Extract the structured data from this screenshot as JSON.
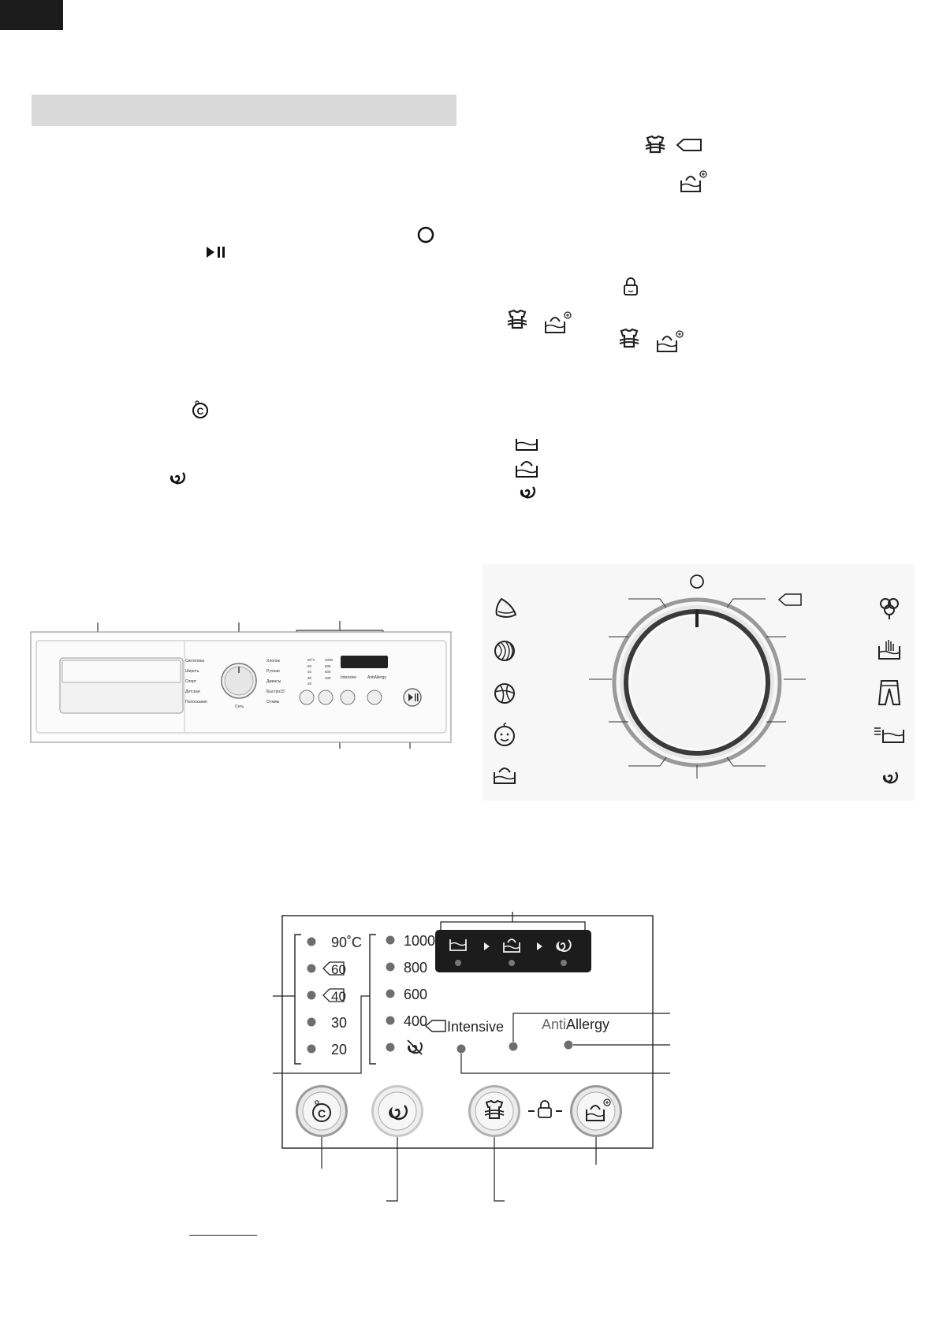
{
  "control_panel": {
    "temperature_options": [
      "90˚C",
      "60",
      "40",
      "30",
      "20"
    ],
    "spin_options": [
      "1000",
      "800",
      "600",
      "400"
    ],
    "intensive_label": "Intensive",
    "anti_allergy_label_prefix": "Anti",
    "anti_allergy_label_suffix": "Allergy"
  },
  "front_panel": {
    "programs_left": [
      "Синтетика",
      "Шерсть",
      "Спорт",
      "Детская",
      "Полоскание"
    ],
    "programs_right": [
      "Хлопок",
      "Ручная",
      "Джинсы",
      "Быстро15'",
      "Отжим"
    ],
    "dial_caption": "Сеть",
    "temperatures": [
      "90˚C",
      "60",
      "40",
      "30",
      "20"
    ],
    "spins": [
      "1000",
      "800",
      "600",
      "400",
      ""
    ],
    "intensive_label": "Intensive",
    "anti_allergy_label": "AntiAllergy"
  },
  "icons": {
    "header_right": [
      "intensive-shirt-icon",
      "intensive-tag-icon",
      "antiallergy-tub-icon"
    ],
    "body_left": [
      "power-icon",
      "start-pause-icon",
      "temperature-button-icon",
      "spin-icon"
    ],
    "body_right": [
      "lock-icon",
      "shirt-icon",
      "antiallergy-tub-icon",
      "wash-icon",
      "rinse-icon",
      "spin-icon"
    ],
    "dial_left": [
      "synthetics-icon",
      "wool-icon",
      "sport-icon",
      "baby-icon",
      "rinse-icon"
    ],
    "dial_right": [
      "cotton-icon",
      "handwash-icon",
      "jeans-icon",
      "quick-wash-icon",
      "spin-icon"
    ]
  },
  "colors": {
    "display_bg": "#1c1c1c",
    "led": "#6e6e6e",
    "corner_tab": "#1b1b1b",
    "section_bar": "#d9d9d9"
  }
}
